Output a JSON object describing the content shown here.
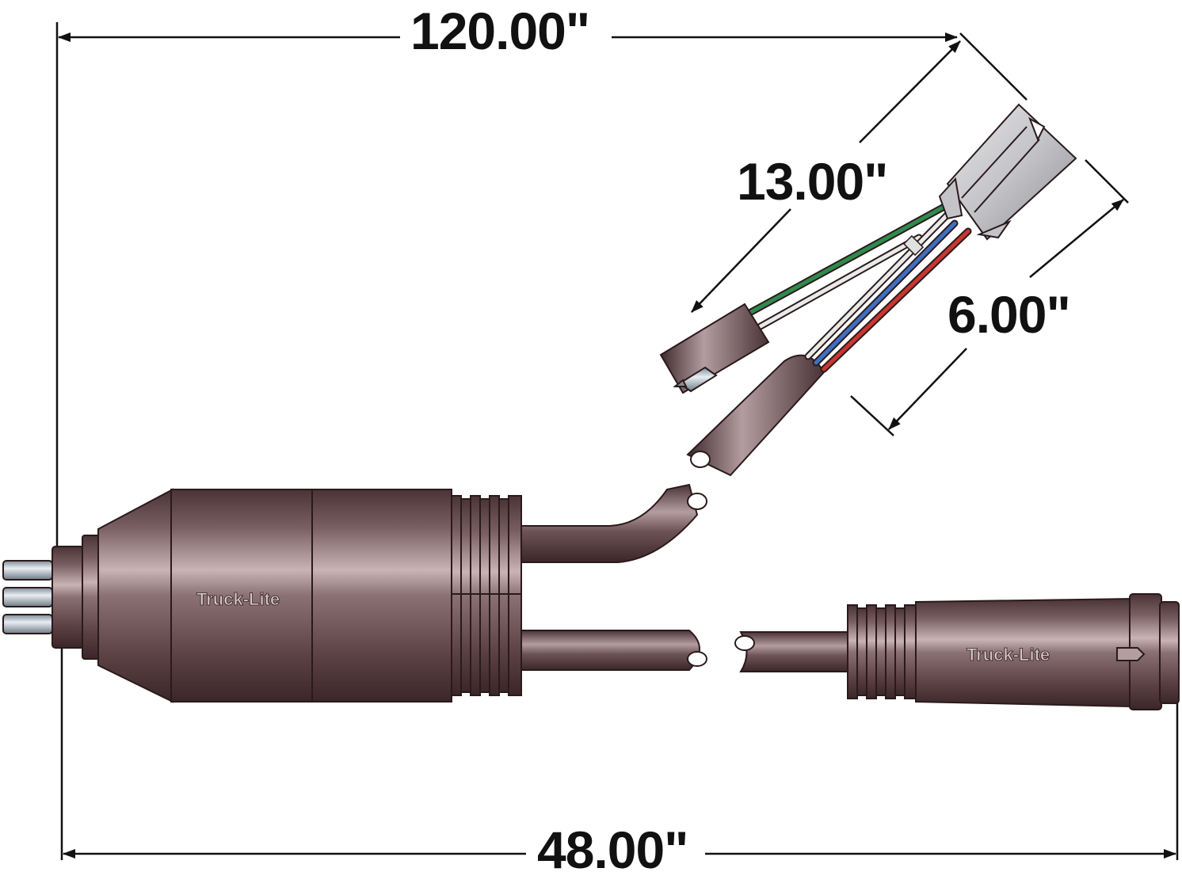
{
  "dimensions": {
    "overall_length": "120.00\"",
    "branch_length": "13.00\"",
    "breakout_length": "6.00\"",
    "lower_length": "48.00\""
  },
  "branding": {
    "logo_text_1": "Truck-Lite",
    "logo_text_2": "Truck-Lite"
  },
  "colors": {
    "housing": "#6e5356",
    "housing_dark": "#3e2a2d",
    "housing_light": "#b49da0",
    "wire_green": "#2f8a4c",
    "wire_white": "#e9e9e9",
    "wire_blue": "#3f6fc1",
    "wire_red": "#c8372f",
    "connector_gray": "#c9c9cc",
    "pin_silver": "#b8c2cc"
  }
}
